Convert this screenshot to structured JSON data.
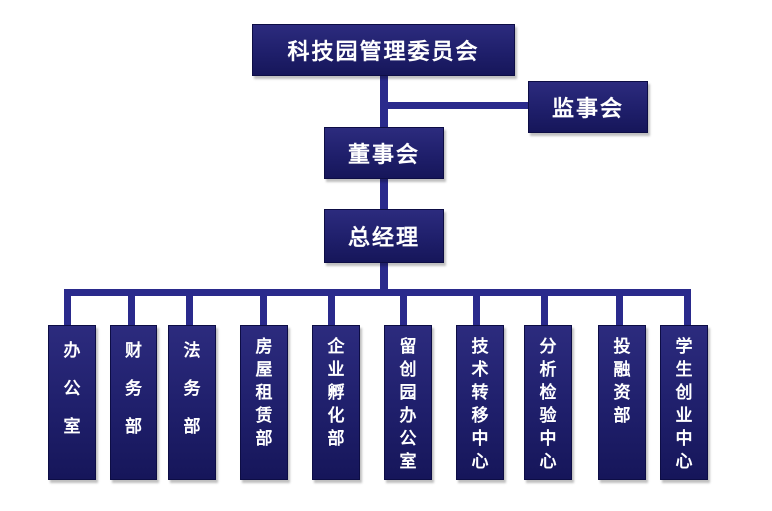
{
  "diagram": {
    "nodes": {
      "committee": "科技园管理委员会",
      "supervisory": "监事会",
      "board": "董事会",
      "gm": "总经理"
    },
    "departments": [
      "办公室",
      "财务部",
      "法务部",
      "房屋租赁部",
      "企业孵化部",
      "留创园办公室",
      "技术转移中心",
      "分析检验中心",
      "投融资部",
      "学生创业中心"
    ],
    "colors": {
      "box": "#1f1f6b",
      "connector": "#2a2a8c",
      "text": "#ffffff"
    }
  }
}
